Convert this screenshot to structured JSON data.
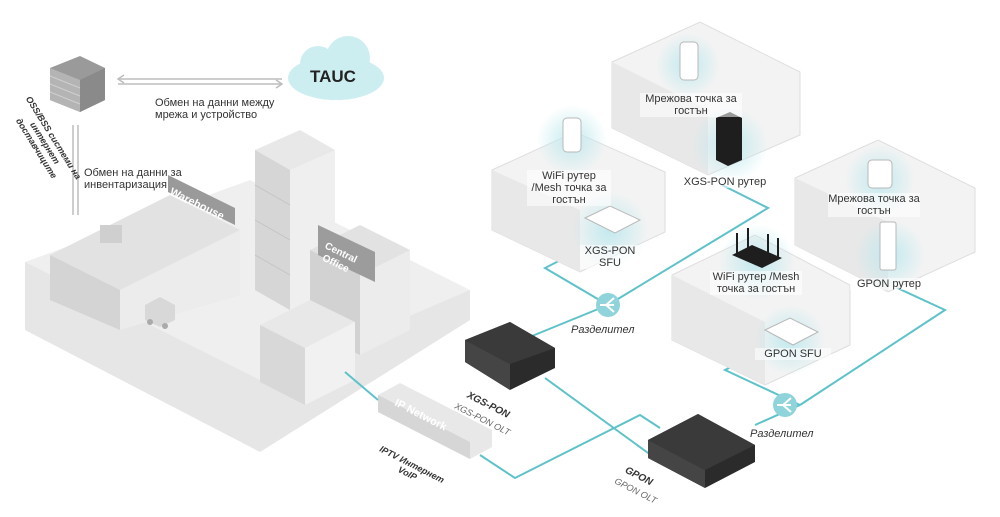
{
  "cloud": {
    "label": "TAUC"
  },
  "oss_bss": {
    "label": "OSS/BSS системи на интернет доставчиците"
  },
  "exchanges": {
    "network_device": "Обмен на данни между мрежа и устройство",
    "inventory": "Обмен на данни за инвентаризация"
  },
  "buildings": {
    "warehouse": "Warehouse",
    "central_office": "Central Office",
    "ip_network": "IP Network",
    "ip_services": "IPTV Интернет VoIP"
  },
  "olts": {
    "xgs": {
      "name": "XGS-PON",
      "subtitle": "XGS-PON OLT"
    },
    "gpon": {
      "name": "GPON",
      "subtitle": "GPON OLT"
    }
  },
  "splitters": {
    "top": "Разделител",
    "bottom": "Разделител"
  },
  "rooms": {
    "top_left": {
      "router": "WiFi рутер /Mesh точка за гостън",
      "terminal": "XGS-PON SFU"
    },
    "top_center": {
      "mesh": "Мрежова точка за гостън",
      "router": "XGS-PON рутер"
    },
    "right": {
      "mesh": "Мрежова точка за гостън",
      "router": "GPON рутер"
    },
    "bottom_center": {
      "router": "WiFi рутер /Mesh точка за гостън",
      "terminal": "GPON SFU"
    }
  },
  "colors": {
    "fiber": "#5ec2c9",
    "glow": "#bfe9ee",
    "building": "#e4e4e4",
    "ink": "#222222"
  }
}
